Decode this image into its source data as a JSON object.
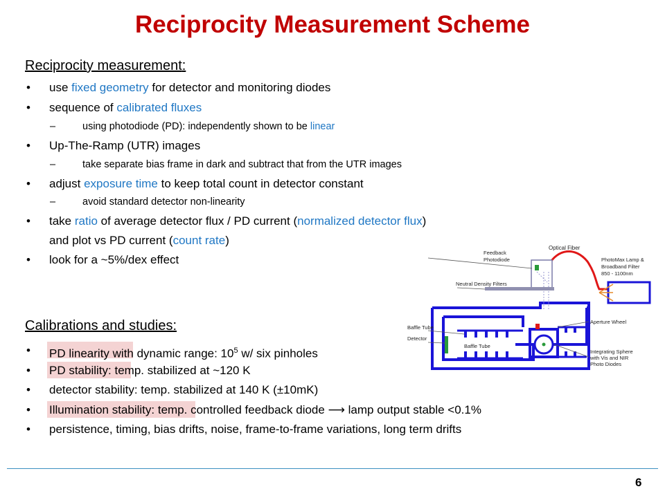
{
  "title": "Reciprocity Measurement Scheme",
  "section1": {
    "heading": "Reciprocity measurement",
    "colon": ":",
    "bullets": [
      {
        "pre": "use ",
        "blue": "fixed geometry",
        "post": " for detector and monitoring diodes"
      },
      {
        "pre": "sequence of ",
        "blue": "calibrated fluxes"
      },
      {
        "pre": "using photodiode (PD): independently shown to be ",
        "blue": "linear"
      },
      {
        "text": "Up-The-Ramp (UTR) images"
      },
      {
        "text": "take separate bias frame in dark and subtract that from the UTR images"
      },
      {
        "pre": "adjust ",
        "blue": "exposure time",
        "post": " to keep total count in detector constant"
      },
      {
        "text": "avoid standard detector non-linearity"
      },
      {
        "pre": "take ",
        "blue": "ratio",
        "mid": " of average detector flux / PD current (",
        "blue2": "normalized detector flux",
        "post": ")"
      },
      {
        "pre": "and plot vs PD current (",
        "blue": "count rate",
        "post": ")"
      },
      {
        "text": "look for a ~5%/dex effect"
      }
    ]
  },
  "section2": {
    "heading": "Calibrations and studies",
    "colon": ":",
    "bullets": [
      {
        "hl": "PD linearity",
        "rest": " with dynamic range: 10",
        "sup": "5",
        "tail": " w/ six pinholes"
      },
      {
        "hl": "PD stability",
        "rest": ": temp. stabilized  at ~120 K"
      },
      {
        "text": "detector stability: temp. stabilized at 140 K (±10mK)"
      },
      {
        "hl": "Illumination stability",
        "rest": ": temp. controlled feedback diode ⟶ lamp output stable <0.1%"
      },
      {
        "text": "persistence, timing, bias drifts, noise, frame-to-frame variations, long term drifts"
      }
    ]
  },
  "diagram": {
    "labels": {
      "feedback_photodiode_1": "Feedback",
      "feedback_photodiode_2": "Photodiode",
      "optical_fiber": "Optical Fiber",
      "lamp_1": "PhotoMax Lamp &",
      "lamp_2": "Broadband Filter",
      "lamp_3": "850 - 1100nm",
      "nd_filters": "Neutral Density Filters",
      "baffle_tube_left": "Baffle Tube",
      "baffle_tube_inner": "Baffle Tube",
      "detector": "Detector",
      "aperture_wheel": "Aperture Wheel",
      "sphere_1": "Integrating Sphere",
      "sphere_2": "with Vis and NIR",
      "sphere_3": "Photo Diodes"
    },
    "colors": {
      "blue": "#1a14d8",
      "red": "#e01818",
      "green": "#2a9a3a"
    }
  },
  "page_number": "6"
}
